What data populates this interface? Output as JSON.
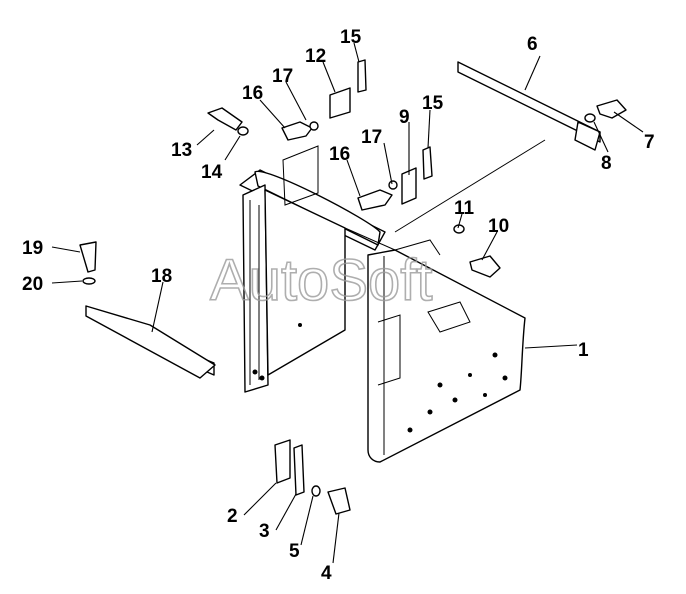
{
  "watermark": "AutoSoft",
  "callouts": [
    "1",
    "2",
    "3",
    "4",
    "5",
    "6",
    "7",
    "8",
    "9",
    "10",
    "11",
    "12",
    "13",
    "14",
    "15",
    "15",
    "16",
    "16",
    "17",
    "17",
    "18",
    "19",
    "20"
  ]
}
